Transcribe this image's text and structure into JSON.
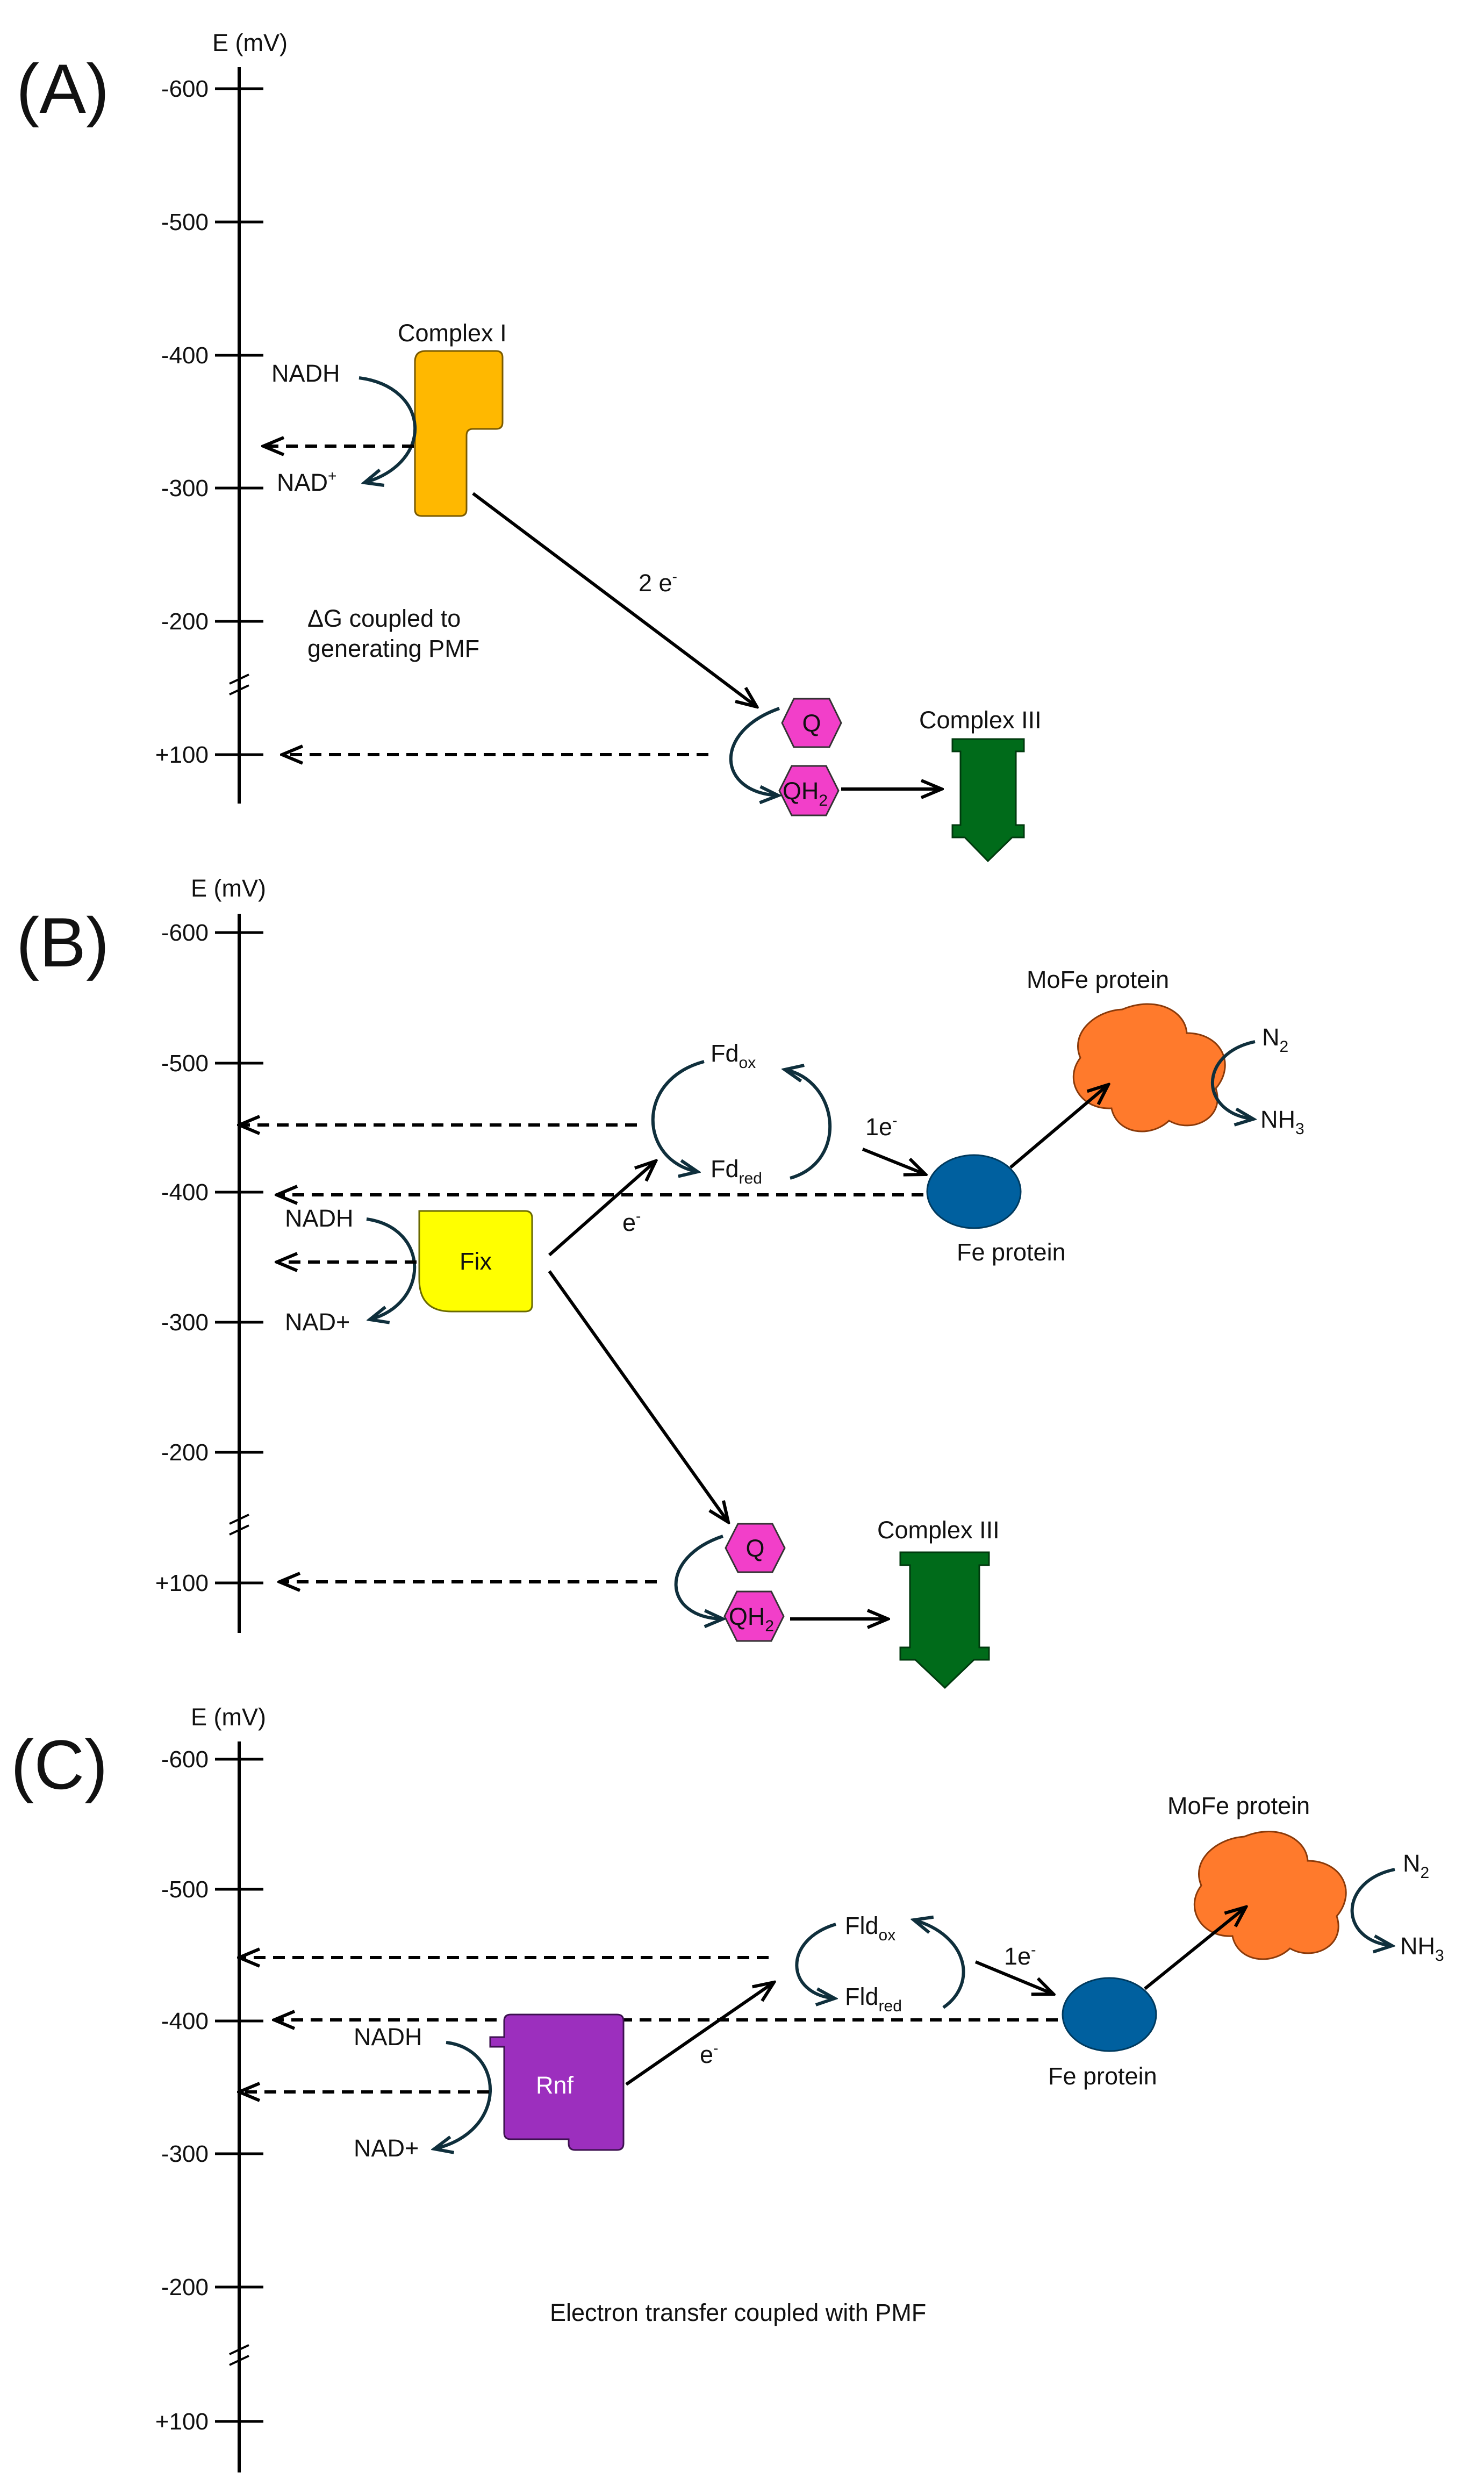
{
  "colors": {
    "complex_i": "#FFB800",
    "fix": "#FFFF00",
    "rnf": "#9C2FBE",
    "quinone": "#F23FC9",
    "complex_iii": "#006B1A",
    "mofe": "#FF7A2C",
    "fe_protein": "#00609F",
    "curve": "#0f2f3c"
  },
  "axis_title": "E (mV)",
  "tick_labels": [
    "-600",
    "-500",
    "-400",
    "-300",
    "-200",
    "+100"
  ],
  "icons": {
    "complex_i": "complex-i-shape",
    "fix": "fix-complex-shape",
    "rnf": "rnf-complex-shape",
    "quinone": "hexagon",
    "complex_iii": "down-arrow-block",
    "mofe": "cloud-blob",
    "fe_protein": "ellipse"
  },
  "panels": {
    "a": {
      "letter": "(A)",
      "nadh": "NADH",
      "nad_base": "NAD",
      "nad_sup": "+",
      "complex_i": "Complex I",
      "two_e_base": "2 e",
      "two_e_sup": "-",
      "dg_line1": "ΔG coupled to",
      "dg_line2": "generating PMF",
      "q": "Q",
      "qh2_base": "QH",
      "qh2_sub": "2",
      "complex_iii": "Complex III"
    },
    "b": {
      "letter": "(B)",
      "mofe": "MoFe protein",
      "n2_base": "N",
      "n2_sub": "2",
      "nh3_base": "NH",
      "nh3_sub": "3",
      "fd_base": "Fd",
      "fd_ox_sub": "ox",
      "fd_red_sub": "red",
      "one_e_base": "1e",
      "one_e_sup": "-",
      "e_base": "e",
      "e_sup": "-",
      "fe_protein": "Fe protein",
      "nadh": "NADH",
      "nad": "NAD+",
      "fix": "Fix",
      "q": "Q",
      "qh2_base": "QH",
      "qh2_sub": "2",
      "complex_iii": "Complex III"
    },
    "c": {
      "letter": "(C)",
      "mofe": "MoFe protein",
      "n2_base": "N",
      "n2_sub": "2",
      "nh3_base": "NH",
      "nh3_sub": "3",
      "fld_base": "Fld",
      "fld_ox_sub": "ox",
      "fld_red_sub": "red",
      "one_e_base": "1e",
      "one_e_sup": "-",
      "e_base": "e",
      "e_sup": "-",
      "fe_protein": "Fe protein",
      "nadh": "NADH",
      "nad": "NAD+",
      "rnf": "Rnf",
      "caption": "Electron transfer coupled with PMF"
    }
  }
}
